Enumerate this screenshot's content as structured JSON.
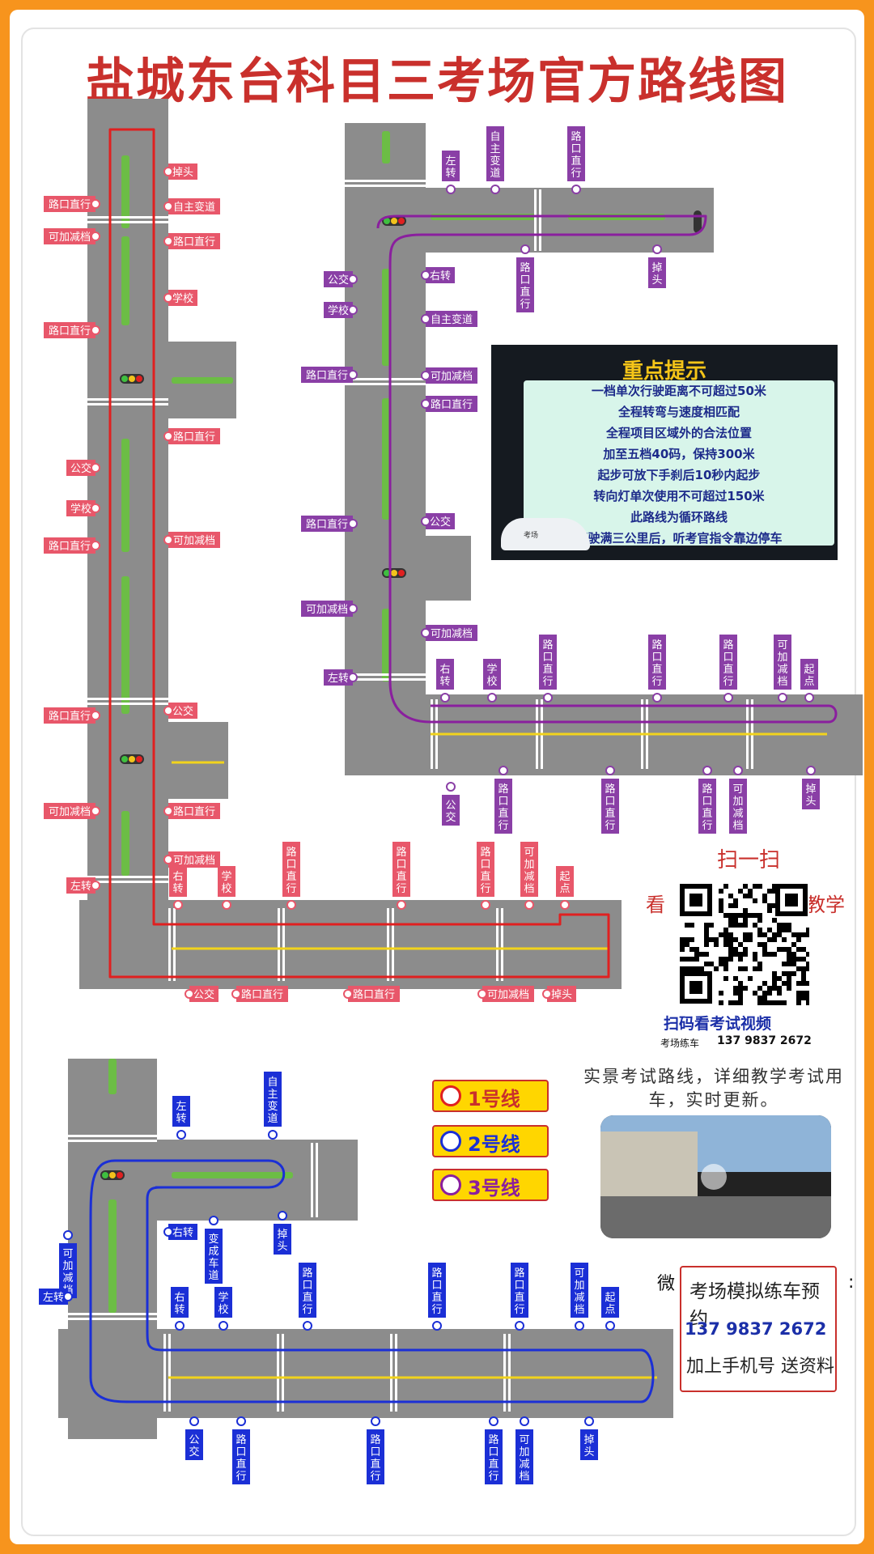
{
  "title": "盐城东台科目三考场官方路线图",
  "tips": {
    "heading": "重点提示",
    "lines": [
      "一档单次行驶距离不可超过50米",
      "全程转弯与速度相匹配",
      "全程项目区域外的合法位置",
      "加至五档40码，保持300米",
      "起步可放下手刹后10秒内起步",
      "转向灯单次使用不可超过150米",
      "此路线为循环路线",
      "行驶满三公里后，听考官指令靠边停车"
    ],
    "car_label": "考场"
  },
  "legend": [
    {
      "label": "1号线",
      "color": "#e02020"
    },
    {
      "label": "2号线",
      "color": "#1b2fd6"
    },
    {
      "label": "3号线",
      "color": "#8a1f9e"
    }
  ],
  "qr": {
    "scan": "扫一扫",
    "left": "看",
    "right": "教学",
    "caption": "扫码看考试视频",
    "note": "考场练车",
    "phone": "137 9837 2672"
  },
  "description": "实景考试路线，详细教学考试用车，实时更新。",
  "booking": {
    "prefix": "微",
    "colon": ":",
    "title": "考场模拟练车预约",
    "phone": "137 9837 2672",
    "sub": "加上手机号   送资料"
  },
  "map1": {
    "left_labels": [
      "路口直行",
      "可加减档",
      "路口直行",
      "公交",
      "学校",
      "路口直行",
      "路口直行",
      "可加减档",
      "左转"
    ],
    "right_labels": [
      "掉头",
      "自主变道",
      "路口直行",
      "学校",
      "路口直行",
      "可加减档",
      "公交",
      "路口直行",
      "可加减档"
    ],
    "bottom_top_labels": [
      "右转",
      "学校",
      "路口直行",
      "路口直行",
      "路口直行",
      "可加减档",
      "起点"
    ],
    "bottom_labels": [
      "公交",
      "路口直行",
      "路口直行",
      "可加减档",
      "掉头"
    ]
  },
  "map3": {
    "top_labels": [
      "左转",
      "自主变道",
      "路口直行"
    ],
    "below_top_labels": [
      "路口直行",
      "掉头"
    ],
    "left_labels": [
      "公交",
      "学校",
      "路口直行",
      "路口直行",
      "可加减档",
      "左转"
    ],
    "right_labels": [
      "右转",
      "自主变道",
      "可加减档",
      "路口直行",
      "公交",
      "可加减档"
    ],
    "bottom_top_labels": [
      "右转",
      "学校",
      "路口直行",
      "路口直行",
      "路口直行",
      "可加减档",
      "起点"
    ],
    "bottom_labels": [
      "公交",
      "路口直行",
      "路口直行",
      "路口直行",
      "可加减档",
      "掉头"
    ]
  },
  "map2": {
    "top_labels": [
      "左转",
      "自主变道"
    ],
    "right_labels": [
      "右转",
      "变成车道",
      "掉头"
    ],
    "left_labels": [
      "可加减档",
      "左转"
    ],
    "bottom_top_labels": [
      "右转",
      "学校",
      "路口直行",
      "路口直行",
      "路口直行",
      "可加减档",
      "起点"
    ],
    "bottom_labels": [
      "公交",
      "路口直行",
      "路口直行",
      "路口直行",
      "可加减档",
      "掉头"
    ]
  }
}
